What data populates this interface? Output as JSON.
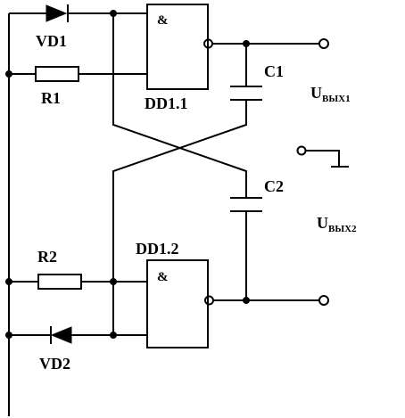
{
  "labels": {
    "vd1": "VD1",
    "r1": "R1",
    "dd1_1": "DD1.1",
    "and_symbol": "&",
    "c1": "C1",
    "c2": "C2",
    "r2": "R2",
    "dd1_2": "DD1.2",
    "vd2": "VD2",
    "u_out1_main": "U",
    "u_out1_sub": "ВЫХ1",
    "u_out2_main": "U",
    "u_out2_sub": "ВЫХ2"
  },
  "colors": {
    "line": "#000000",
    "background": "#ffffff"
  }
}
